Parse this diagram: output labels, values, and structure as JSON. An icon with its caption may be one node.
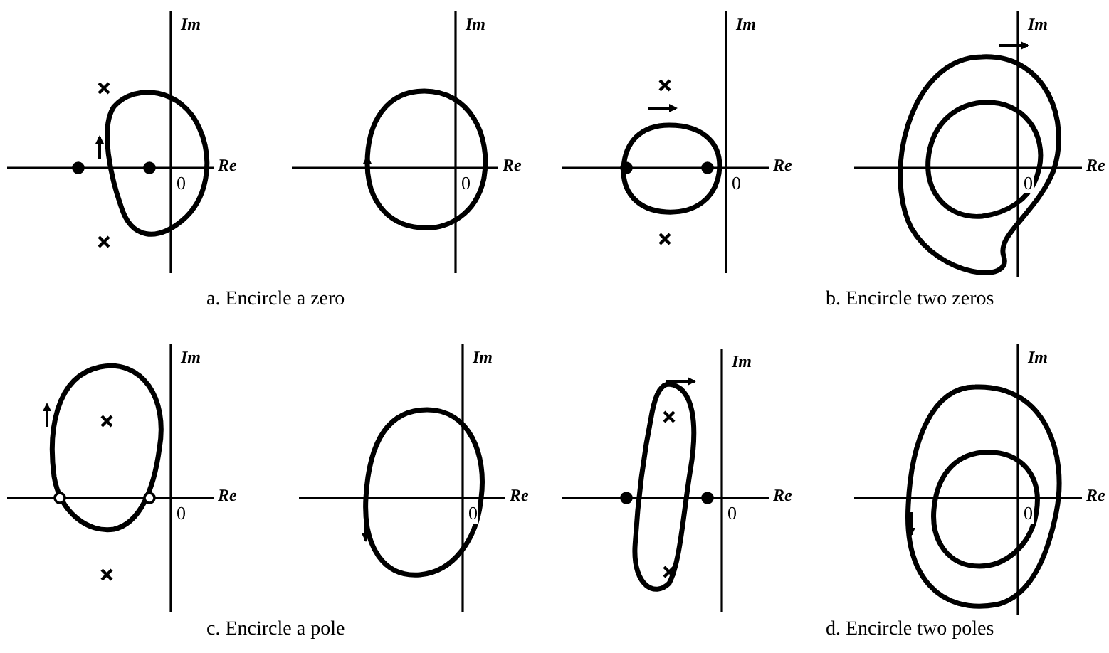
{
  "diagram": {
    "labels": [
      "Im",
      "Re",
      "0",
      "Im",
      "Re",
      "0",
      "Im",
      "Re",
      "0",
      "Im",
      "Re",
      "0",
      "a. Encircle a zero",
      "b. Encircle two zeros",
      "Im",
      "Re",
      "0",
      "Im",
      "Re",
      "0",
      "Im",
      "Re",
      "0",
      "Im",
      "Re",
      "0",
      "c. Encircle a pole",
      "d. Encircle two poles"
    ]
  }
}
